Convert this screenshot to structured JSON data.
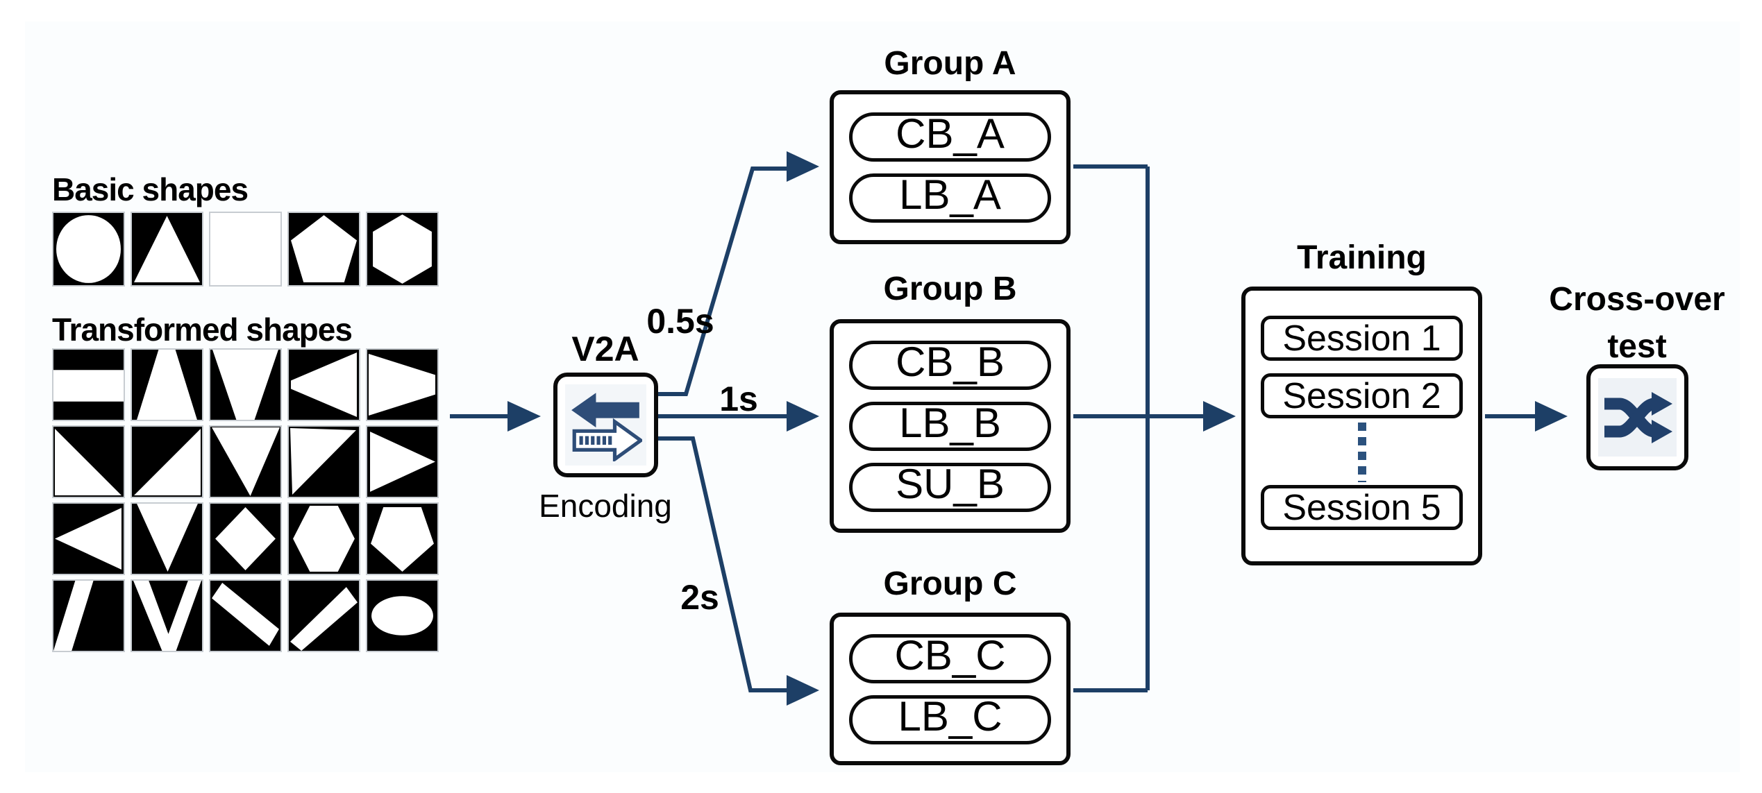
{
  "colors": {
    "arrow": "#1d3f66",
    "icon_blue": "#2e4d78",
    "shuffle_blue": "#21406b",
    "dots_blue": "#2b517d",
    "tile_border": "#c7ccd1",
    "text": "#000000"
  },
  "left": {
    "basic_label": "Basic shapes",
    "basic_shapes": [
      "circle",
      "triangle",
      "square",
      "pentagon",
      "hexagon"
    ],
    "transformed_label": "Transformed shapes",
    "transformed_shapes": [
      [
        "h-band",
        "trapezoid-narrow-top",
        "trapezoid-narrow-bottom",
        "trapezoid-point-left",
        "trapezoid-point-right"
      ],
      [
        "triangle-lower-left",
        "triangle-lower-right",
        "triangle-point-down",
        "triangle-upper-left",
        "triangle-point-right"
      ],
      [
        "triangle-point-left",
        "triangle-narrow-down",
        "diamond",
        "hexagon-tall",
        "pentagon-point-down"
      ],
      [
        "stripe-slant-left",
        "stripe-v",
        "stripe-down-right",
        "stripe-up-right",
        "ellipse"
      ]
    ]
  },
  "encoder": {
    "title": "V2A",
    "caption": "Encoding",
    "icon": "encode-convert-arrows-icon"
  },
  "branches": [
    {
      "label": "0.5s",
      "target": "Group A"
    },
    {
      "label": "1s",
      "target": "Group B"
    },
    {
      "label": "2s",
      "target": "Group C"
    }
  ],
  "groups": [
    {
      "title": "Group A",
      "items": [
        "CB_A",
        "LB_A"
      ]
    },
    {
      "title": "Group B",
      "items": [
        "CB_B",
        "LB_B",
        "SU_B"
      ]
    },
    {
      "title": "Group C",
      "items": [
        "CB_C",
        "LB_C"
      ]
    }
  ],
  "training": {
    "title": "Training",
    "sessions": [
      "Session 1",
      "Session 2",
      "Session 5"
    ]
  },
  "crossover": {
    "title_line1": "Cross-over",
    "title_line2": "test",
    "icon": "shuffle-icon"
  }
}
